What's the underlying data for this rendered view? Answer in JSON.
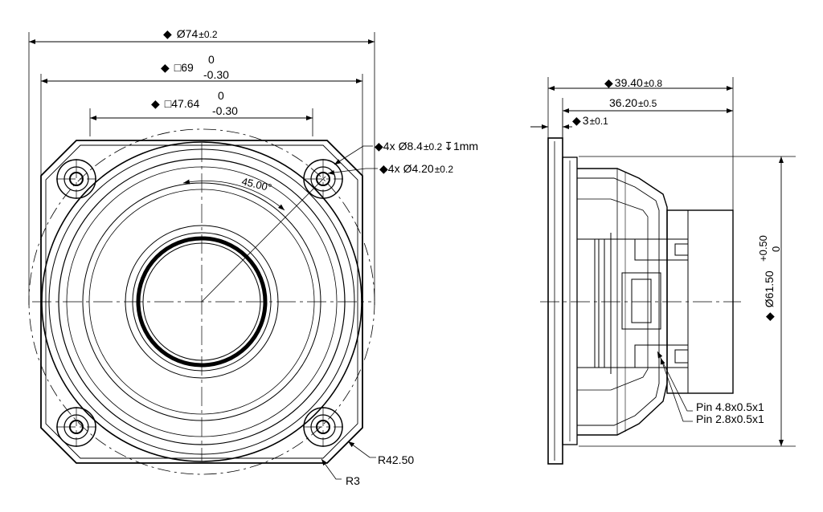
{
  "front_view": {
    "dim_outer": {
      "value": "74",
      "tol": "±0.2"
    },
    "dim_square": {
      "value": "69",
      "upper": "0",
      "lower": "-0.30"
    },
    "dim_inner_square": {
      "value": "47.64",
      "upper": "0",
      "lower": "-0.30"
    },
    "callout_counterbore": {
      "count": "4x",
      "dia": "8.4",
      "tol": "±0.2",
      "depth": "1mm"
    },
    "callout_hole": {
      "count": "4x",
      "dia": "4.20",
      "tol": "±0.2"
    },
    "angle": "45.00°",
    "radius_outer": "R42.50",
    "radius_corner": "R3"
  },
  "side_view": {
    "dim_overall": {
      "value": "39.40",
      "tol": "±0.8"
    },
    "dim_body": {
      "value": "36.20",
      "tol": "±0.5"
    },
    "dim_flange": {
      "value": "3",
      "tol": "±0.1"
    },
    "dim_diameter": {
      "value": "61.50",
      "upper": "+0.50",
      "lower": "0"
    },
    "pin_large": "Pin 4.8x0.5x1",
    "pin_small": "Pin 2.8x0.5x1"
  },
  "symbols": {
    "diamond": "◆",
    "diameter": "Ø",
    "square": "□",
    "depth": "↧"
  }
}
